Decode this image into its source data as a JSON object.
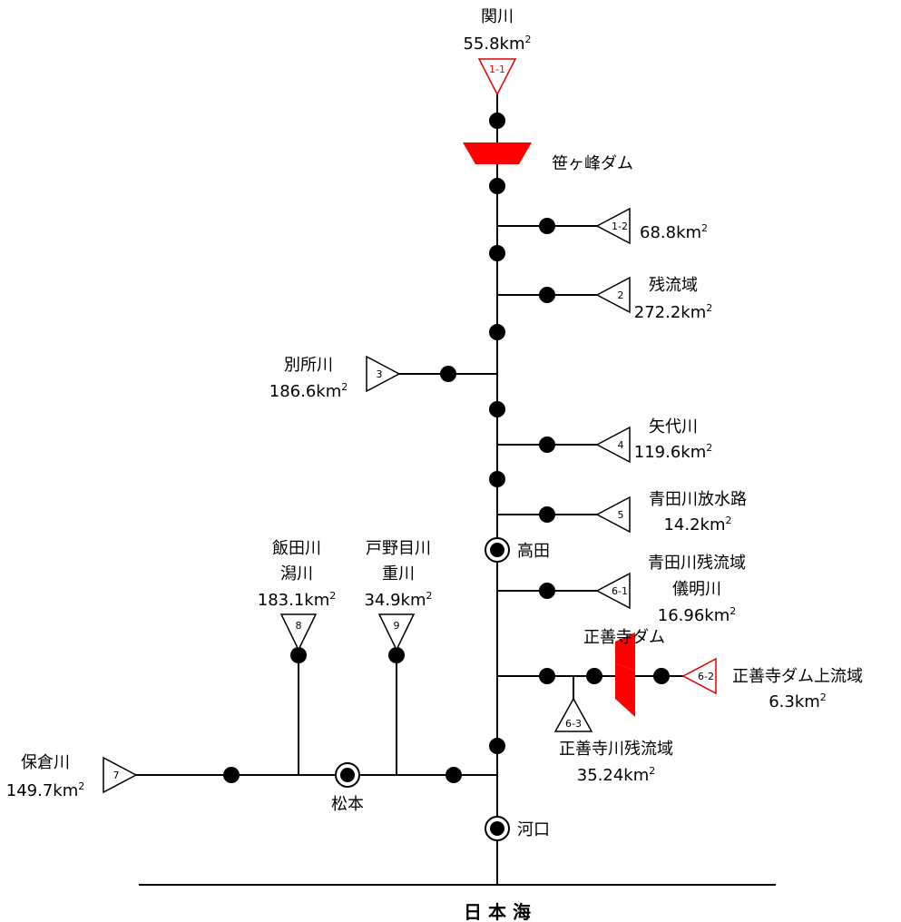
{
  "colors": {
    "dam": "#ff0000",
    "red_outline": "#e00000",
    "line": "#000000"
  },
  "sea": "日 本 海",
  "dams": {
    "sasagamine": "笹ヶ峰ダム",
    "shozenji": "正善寺ダム"
  },
  "stations": {
    "takada": "高田",
    "kawaguchi": "河口",
    "matsumoto": "松本"
  },
  "basins": {
    "b1_1": {
      "code": "1-1",
      "name": "関川",
      "area": "55.8km",
      "sup": "2"
    },
    "b1_2": {
      "code": "1-2",
      "area": "68.8km",
      "sup": "2"
    },
    "b2": {
      "code": "2",
      "name": "残流域",
      "area": "272.2km",
      "sup": "2"
    },
    "b3": {
      "code": "3",
      "name": "別所川",
      "area": "186.6km",
      "sup": "2"
    },
    "b4": {
      "code": "4",
      "name": "矢代川",
      "area": "119.6km",
      "sup": "2"
    },
    "b5": {
      "code": "5",
      "name": "青田川放水路",
      "area": "14.2km",
      "sup": "2"
    },
    "b6_1": {
      "code": "6-1",
      "name": "青田川残流域",
      "name2": "儀明川",
      "area": "16.96km",
      "sup": "2"
    },
    "b6_2": {
      "code": "6-2",
      "name": "正善寺ダム上流域",
      "area": "6.3km",
      "sup": "2"
    },
    "b6_3": {
      "code": "6-3",
      "name": "正善寺川残流域",
      "area": "35.24km",
      "sup": "2"
    },
    "b7": {
      "code": "7",
      "name": "保倉川",
      "area": "149.7km",
      "sup": "2"
    },
    "b8": {
      "code": "8",
      "name": "飯田川",
      "name2": "潟川",
      "area": "183.1km",
      "sup": "2"
    },
    "b9": {
      "code": "9",
      "name": "戸野目川",
      "name2": "重川",
      "area": "34.9km",
      "sup": "2"
    }
  }
}
